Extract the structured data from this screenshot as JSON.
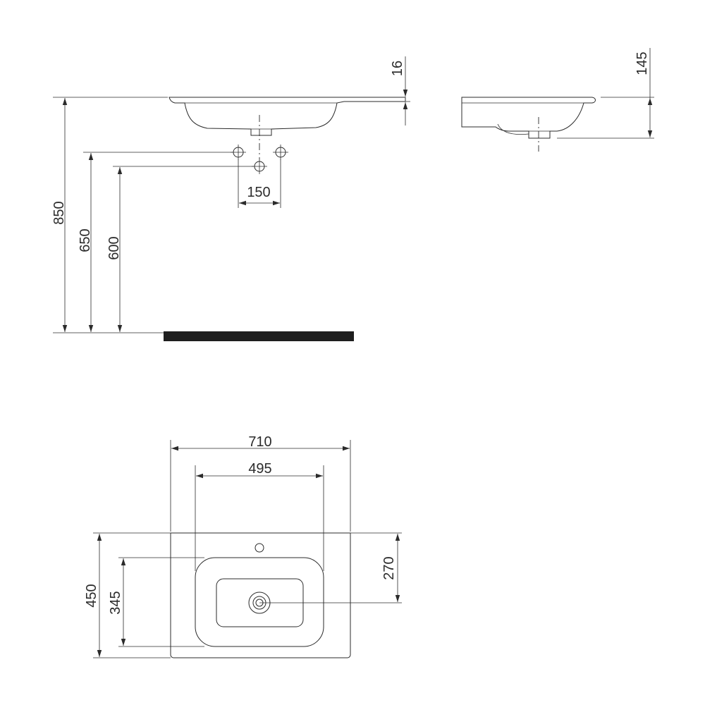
{
  "front_view": {
    "dimensions": {
      "overall_height": "850",
      "pipe_upper_height": "650",
      "pipe_lower_height": "600",
      "pipe_spacing": "150",
      "rim_thickness": "16"
    }
  },
  "side_view": {
    "dimensions": {
      "depth": "145"
    }
  },
  "top_view": {
    "dimensions": {
      "overall_width": "710",
      "bowl_width": "495",
      "overall_depth": "450",
      "bowl_depth": "345",
      "drain_offset": "270"
    }
  }
}
